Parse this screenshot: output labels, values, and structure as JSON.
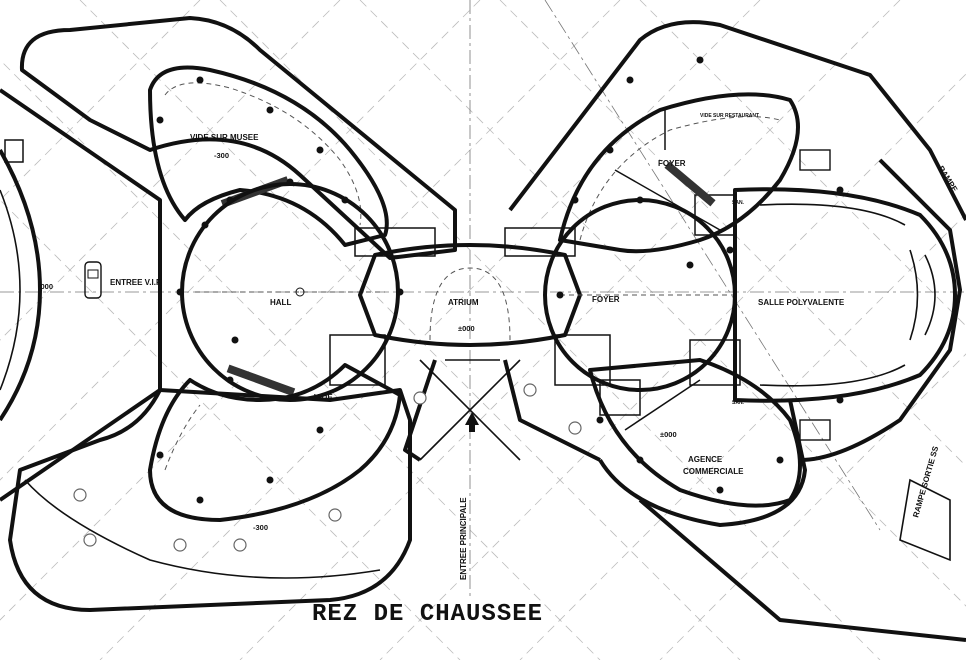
{
  "title": "REZ DE CHAUSSEE",
  "rooms": {
    "vide_sur_musee": "VIDE SUR MUSEE",
    "entree_vip": "ENTREE V.I.P",
    "hall": "HALL",
    "vide": "VIDE",
    "atrium": "ATRIUM",
    "foyer_1": "FOYER",
    "foyer_2": "FOYER",
    "vide_sur_restaurant": "VIDE SUR RESTAURANT",
    "salle_polyvalente": "SALLE POLYVALENTE",
    "agence_commerciale_1": "AGENCE",
    "agence_commerciale_2": "COMMERCIALE",
    "entree_principale": "ENTREE PRINCIPALE",
    "rampe": "RAMPE",
    "rampe_sortie": "RAMPE SORTIE SS",
    "sanitaire_1": "SAN.",
    "sanitaire_2": "SAN."
  },
  "levels": {
    "vide_sur_musee": "-300",
    "left_entrance": "-000",
    "atrium": "±000",
    "agence": "±000",
    "garden": "-300"
  }
}
